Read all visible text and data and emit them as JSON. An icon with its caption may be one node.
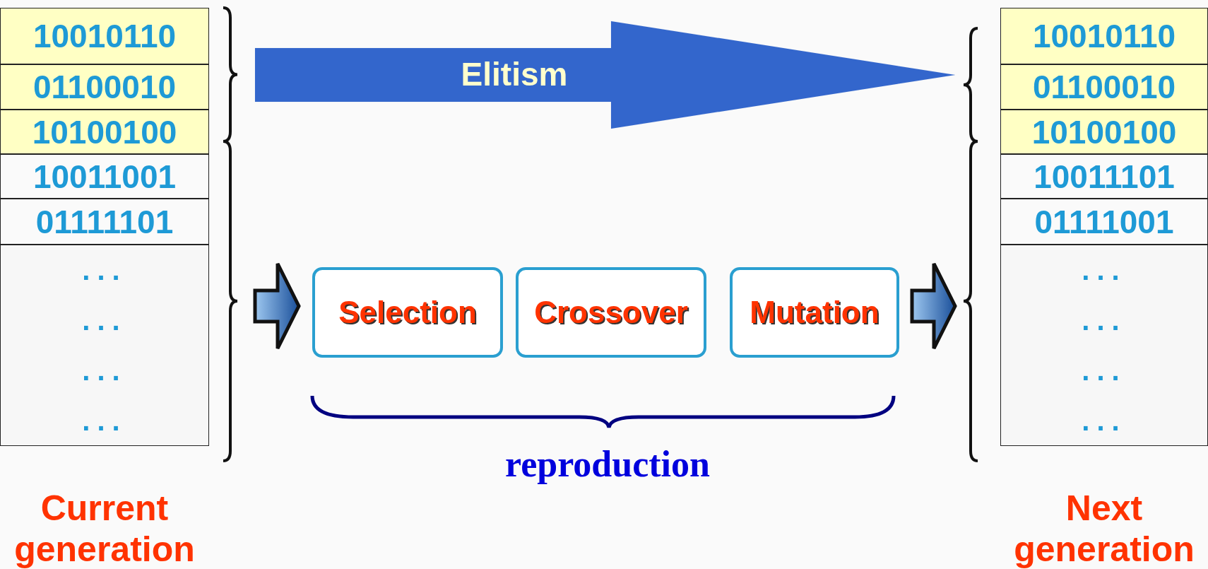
{
  "diagram": {
    "nodes": [
      {
        "text": [
          "Current generation"
        ]
      },
      {
        "text": [
          "10010110"
        ],
        "in": 0
      },
      {
        "text": [
          "01100010"
        ],
        "in": 0
      },
      {
        "text": [
          "10100100"
        ],
        "in": 0
      },
      {
        "text": [
          "10011001"
        ],
        "in": 0
      },
      {
        "text": [
          "01111101"
        ],
        "in": 0
      },
      {
        "text": [
          "...",
          "...",
          "...",
          "..."
        ],
        "in": 0
      },
      {
        "text": [
          "Selection"
        ]
      },
      {
        "text": [
          "Crossover"
        ]
      },
      {
        "text": [
          "Mutation"
        ]
      },
      {
        "text": [
          "Next generation"
        ]
      },
      {
        "text": [
          "10010110"
        ],
        "in": 10
      },
      {
        "text": [
          "01100010"
        ],
        "in": 10
      },
      {
        "text": [
          "10100100"
        ],
        "in": 10
      },
      {
        "text": [
          "10011101"
        ],
        "in": 10
      },
      {
        "text": [
          "01111001"
        ],
        "in": 10
      },
      {
        "text": [
          "...",
          "...",
          "...",
          "..."
        ],
        "in": 10
      }
    ],
    "edges": [
      {
        "from": 0,
        "to": 10,
        "arrow": "to",
        "label": "Elitism",
        "style": "thick",
        "color": "#3366cc"
      },
      {
        "from": 0,
        "to": 7,
        "arrow": "to"
      },
      {
        "from": 9,
        "to": 10,
        "arrow": "to"
      }
    ],
    "labels": [
      "reproduction"
    ]
  }
}
